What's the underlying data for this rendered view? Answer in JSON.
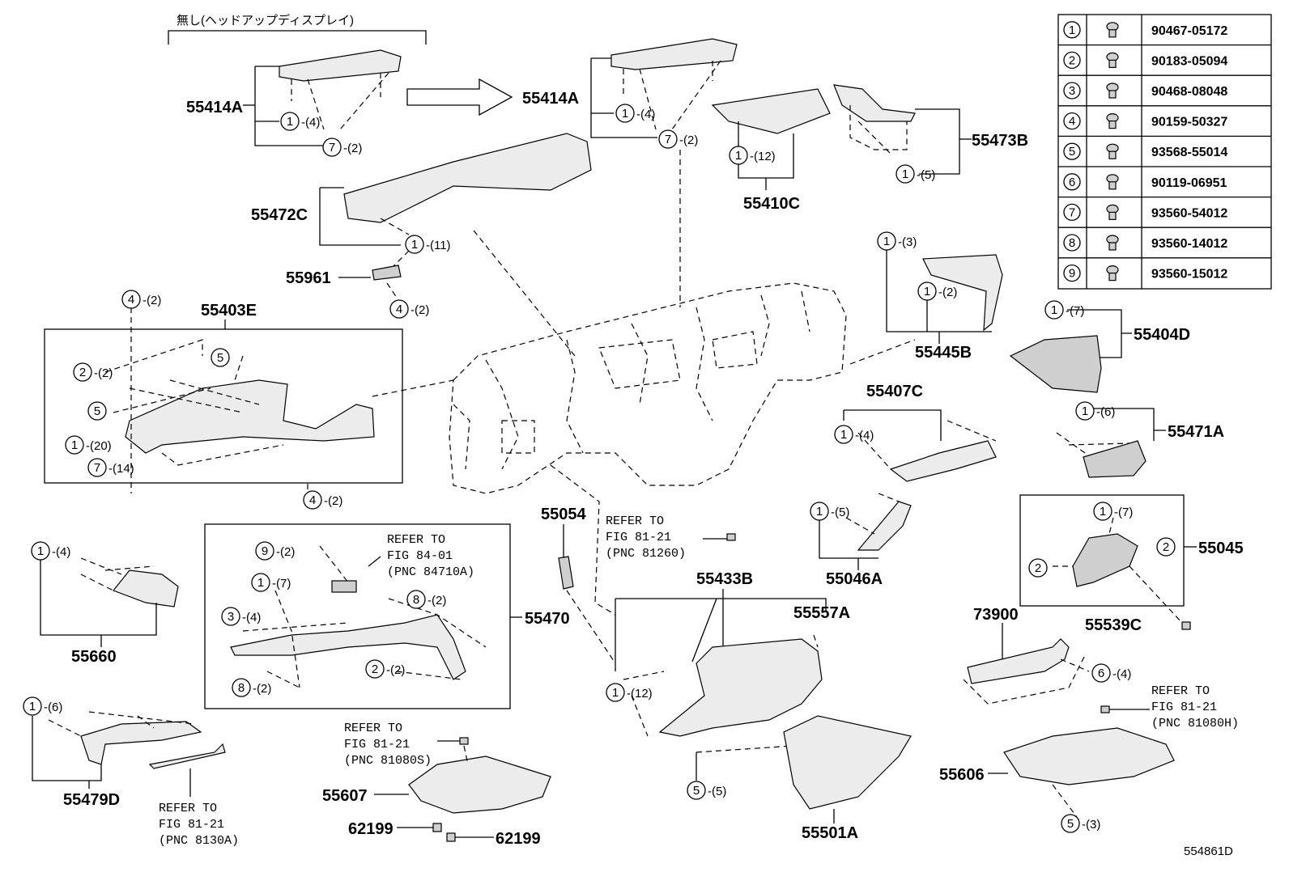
{
  "note_top": "無し(ヘッドアップディスプレイ)",
  "figure_id": "554861D",
  "fastener_table": [
    {
      "no": "1",
      "part": "90467-05172"
    },
    {
      "no": "2",
      "part": "90183-05094"
    },
    {
      "no": "3",
      "part": "90468-08048"
    },
    {
      "no": "4",
      "part": "90159-50327"
    },
    {
      "no": "5",
      "part": "93568-55014"
    },
    {
      "no": "6",
      "part": "90119-06951"
    },
    {
      "no": "7",
      "part": "93560-54012"
    },
    {
      "no": "8",
      "part": "93560-14012"
    },
    {
      "no": "9",
      "part": "93560-15012"
    }
  ],
  "parts": {
    "p55414A_left": "55414A",
    "p55414A_right": "55414A",
    "p55472C": "55472C",
    "p55961": "55961",
    "p55403E": "55403E",
    "p55410C": "55410C",
    "p55473B": "55473B",
    "p55445B": "55445B",
    "p55404D": "55404D",
    "p55407C": "55407C",
    "p55471A": "55471A",
    "p55046A": "55046A",
    "p55045": "55045",
    "p55539C": "55539C",
    "p73900": "73900",
    "p55660": "55660",
    "p55470": "55470",
    "p55054": "55054",
    "p55433B": "55433B",
    "p55557A": "55557A",
    "p55479D": "55479D",
    "p55607": "55607",
    "p62199a": "62199",
    "p62199b": "62199",
    "p55501A": "55501A",
    "p55606": "55606"
  },
  "callouts": [
    {
      "id": "c1",
      "n": "1",
      "q": "-(4)"
    },
    {
      "id": "c2",
      "n": "7",
      "q": "-(2)"
    },
    {
      "id": "c3",
      "n": "1",
      "q": "-(4)"
    },
    {
      "id": "c4",
      "n": "7",
      "q": "-(2)"
    },
    {
      "id": "c5",
      "n": "1",
      "q": "-(12)"
    },
    {
      "id": "c6",
      "n": "1",
      "q": "-(5)"
    },
    {
      "id": "c7",
      "n": "1",
      "q": "-(11)"
    },
    {
      "id": "c8",
      "n": "4",
      "q": "-(2)"
    },
    {
      "id": "c9",
      "n": "4",
      "q": "-(2)"
    },
    {
      "id": "c10",
      "n": "2",
      "q": "-(2)"
    },
    {
      "id": "c11",
      "n": "5",
      "q": ""
    },
    {
      "id": "c12",
      "n": "5",
      "q": ""
    },
    {
      "id": "c13",
      "n": "1",
      "q": "-(20)"
    },
    {
      "id": "c14",
      "n": "7",
      "q": "-(14)"
    },
    {
      "id": "c15",
      "n": "4",
      "q": "-(2)"
    },
    {
      "id": "c16",
      "n": "1",
      "q": "-(3)"
    },
    {
      "id": "c17",
      "n": "1",
      "q": "-(2)"
    },
    {
      "id": "c18",
      "n": "1",
      "q": "-(7)"
    },
    {
      "id": "c19",
      "n": "1",
      "q": "-(4)"
    },
    {
      "id": "c20",
      "n": "1",
      "q": "-(6)"
    },
    {
      "id": "c21",
      "n": "1",
      "q": "-(5)"
    },
    {
      "id": "c22",
      "n": "1",
      "q": "-(7)"
    },
    {
      "id": "c23",
      "n": "2",
      "q": ""
    },
    {
      "id": "c24",
      "n": "2",
      "q": ""
    },
    {
      "id": "c25",
      "n": "6",
      "q": "-(4)"
    },
    {
      "id": "c26",
      "n": "1",
      "q": "-(4)"
    },
    {
      "id": "c27",
      "n": "9",
      "q": "-(2)"
    },
    {
      "id": "c28",
      "n": "1",
      "q": "-(7)"
    },
    {
      "id": "c29",
      "n": "3",
      "q": "-(4)"
    },
    {
      "id": "c30",
      "n": "8",
      "q": "-(2)"
    },
    {
      "id": "c31",
      "n": "2",
      "q": "-(2)"
    },
    {
      "id": "c32",
      "n": "8",
      "q": "-(2)"
    },
    {
      "id": "c33",
      "n": "1",
      "q": "-(12)"
    },
    {
      "id": "c34",
      "n": "5",
      "q": "-(5)"
    },
    {
      "id": "c35",
      "n": "1",
      "q": "-(6)"
    },
    {
      "id": "c36",
      "n": "5",
      "q": "-(3)"
    }
  ],
  "refs": {
    "r1": {
      "l1": "REFER TO",
      "l2": "FIG 84-01",
      "l3": "(PNC 84710A)"
    },
    "r2": {
      "l1": "REFER TO",
      "l2": "FIG 81-21",
      "l3": "(PNC 81260)"
    },
    "r3": {
      "l1": "REFER TO",
      "l2": "FIG 81-21",
      "l3": "(PNC 81080H)"
    },
    "r4": {
      "l1": "REFER TO",
      "l2": "FIG 81-21",
      "l3": "(PNC 81080S)"
    },
    "r5": {
      "l1": "REFER TO",
      "l2": "FIG 81-21",
      "l3": "(PNC 8130A)"
    }
  }
}
